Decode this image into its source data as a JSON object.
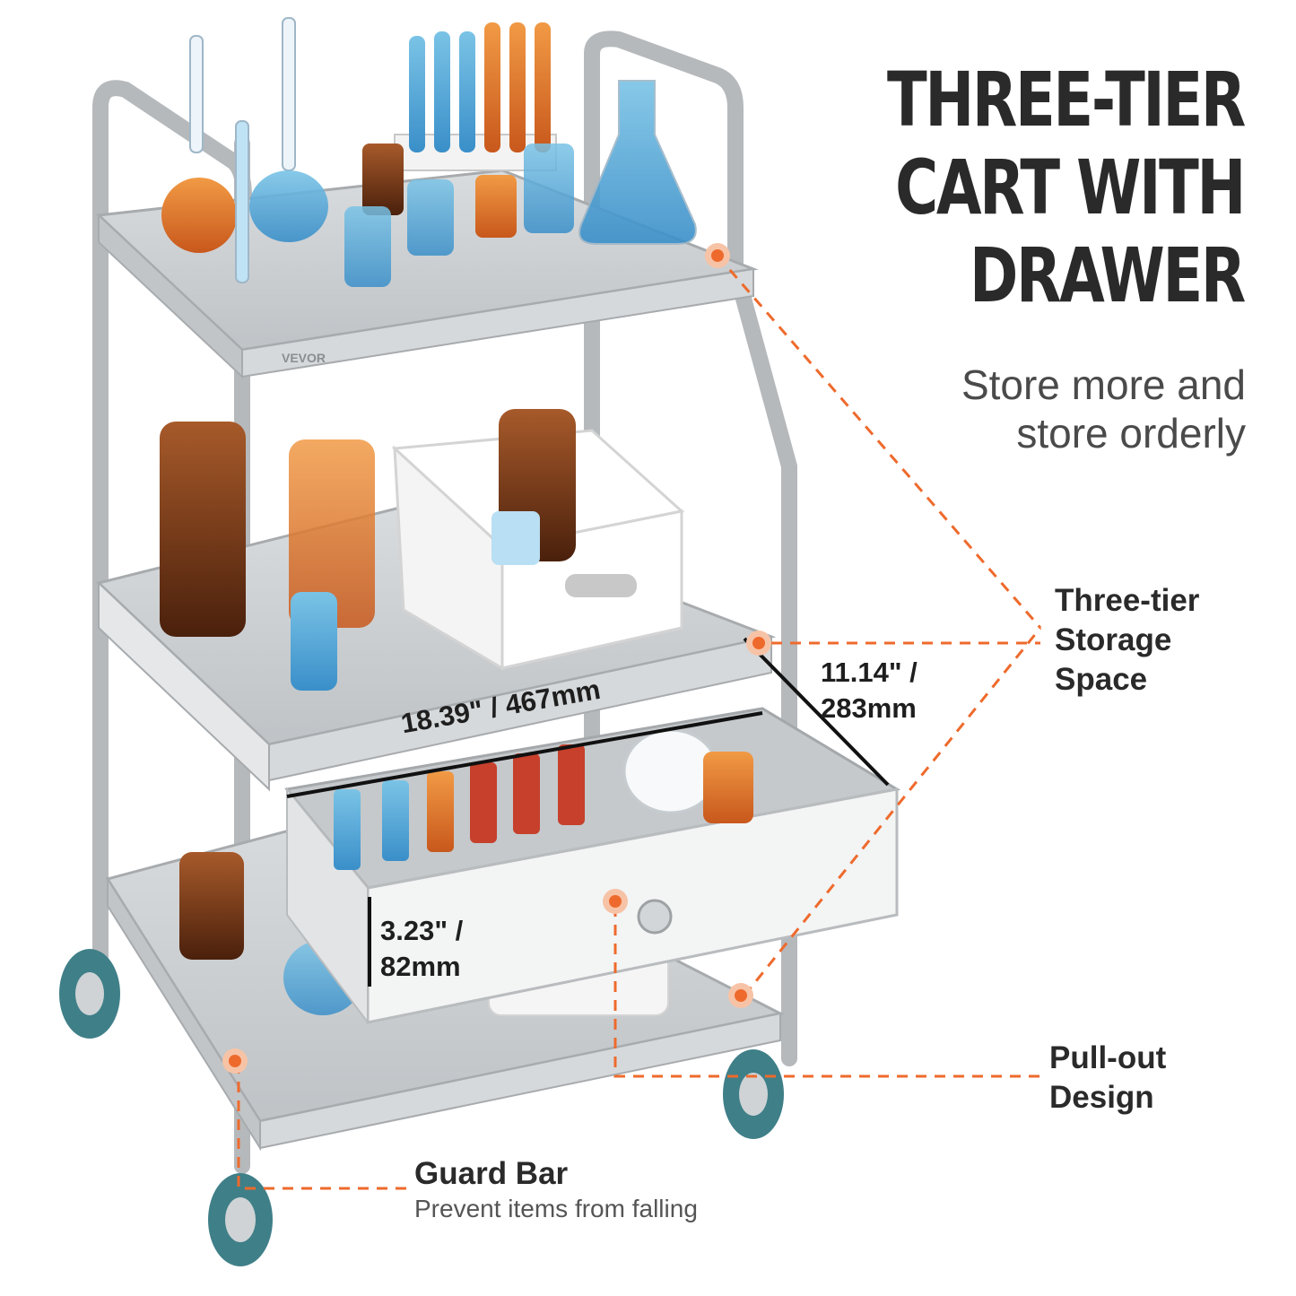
{
  "headline": {
    "line1": "THREE-TIER",
    "line2": "CART WITH",
    "line3": "DRAWER"
  },
  "subline": {
    "line1": "Store more and",
    "line2": "store orderly"
  },
  "brand": "VEVOR",
  "features": {
    "storage": {
      "line1": "Three-tier",
      "line2": "Storage",
      "line3": "Space"
    },
    "pullout": {
      "line1": "Pull-out",
      "line2": "Design"
    },
    "guard": {
      "title": "Guard Bar",
      "note": "Prevent items from falling"
    }
  },
  "dimensions": {
    "width": "18.39\" / 467mm",
    "depth_line1": "11.14\" /",
    "depth_line2": "283mm",
    "height_line1": "3.23\" /",
    "height_line2": "82mm"
  },
  "colors": {
    "accent": "#ee6a2c",
    "steel": "#c9ccce",
    "wheel": "#3f7f88",
    "text": "#2a2a2a"
  },
  "icons": [
    "callout-dot-icon",
    "test-tube-icon",
    "flask-icon",
    "bottle-icon",
    "caster-wheel-icon",
    "drawer-knob-icon"
  ]
}
